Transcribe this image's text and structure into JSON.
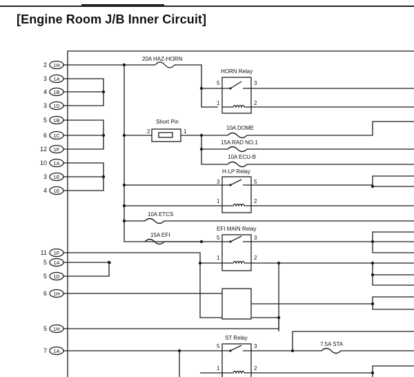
{
  "title": "[Engine Room J/B Inner Circuit]",
  "left_pins": [
    {
      "num": "2",
      "conn": "1H"
    },
    {
      "num": "3",
      "conn": "1A"
    },
    {
      "num": "4",
      "conn": "1B"
    },
    {
      "num": "3",
      "conn": "1D"
    },
    {
      "num": "5",
      "conn": "1B"
    },
    {
      "num": "6",
      "conn": "1C"
    },
    {
      "num": "12",
      "conn": "1F"
    },
    {
      "num": "10",
      "conn": "1A"
    },
    {
      "num": "3",
      "conn": "1E"
    },
    {
      "num": "4",
      "conn": "1E"
    },
    {
      "num": "11",
      "conn": "1F"
    },
    {
      "num": "5",
      "conn": "1A"
    },
    {
      "num": "5",
      "conn": "1D"
    },
    {
      "num": "6",
      "conn": "1H"
    },
    {
      "num": "5",
      "conn": "1H"
    },
    {
      "num": "7",
      "conn": "1A"
    }
  ],
  "fuses": {
    "haz_horn": "20A HAZ-HORN",
    "dome": "10A DOME",
    "rad_no1": "15A RAD NO.1",
    "ecu_b": "10A ECU-B",
    "etcs": "10A ETCS",
    "efi": "15A EFI",
    "sta": "7.5A STA"
  },
  "short_pin": {
    "label": "Short Pin",
    "pin_left": "2",
    "pin_right": "1"
  },
  "relays": {
    "horn": {
      "label": "HORN Relay",
      "p_tl": "5",
      "p_tr": "3",
      "p_bl": "1",
      "p_br": "2"
    },
    "h_lp": {
      "label": "H-LP Relay",
      "p_tl": "3",
      "p_tr": "5",
      "p_bl": "1",
      "p_br": "2"
    },
    "efi_main": {
      "label": "EFI MAIN Relay",
      "p_tl": "5",
      "p_tr": "3",
      "p_bl": "1",
      "p_br": "2"
    },
    "st": {
      "label": "ST Relay",
      "p_tl": "5",
      "p_tr": "3",
      "p_bl": "1",
      "p_br": "2"
    }
  }
}
